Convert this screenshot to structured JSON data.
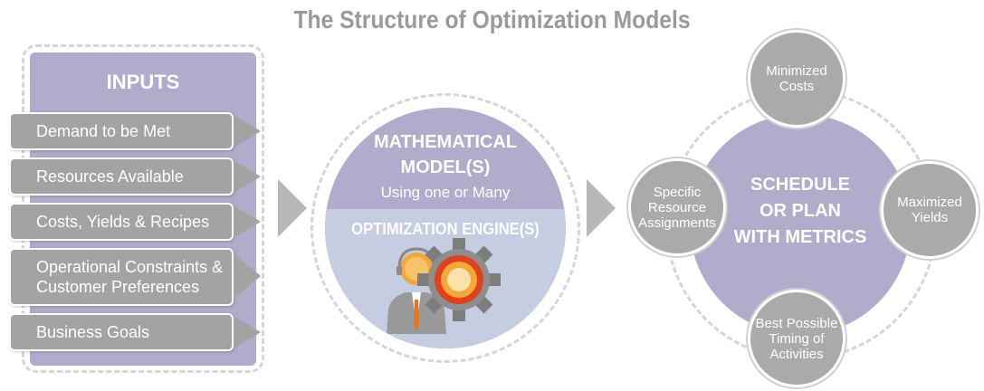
{
  "title": "The Structure of Optimization Models",
  "inputs": {
    "heading": "INPUTS",
    "items": [
      "Demand to be Met",
      "Resources Available",
      "Costs, Yields & Recipes",
      "Operational Constraints & Customer Preferences",
      "Business Goals"
    ]
  },
  "model": {
    "line1": "MATHEMATICAL",
    "line2": "MODEL(S)",
    "subtitle": "Using one or Many",
    "engine": "OPTIMIZATION ENGINE(S)"
  },
  "output": {
    "center_line1": "SCHEDULE",
    "center_line2": "OR PLAN",
    "center_line3": "WITH METRICS",
    "top": "Minimized Costs",
    "left": "Specific Resource Assignments",
    "right": "Maximized Yields",
    "bottom": "Best Possible Timing of Activities"
  },
  "colors": {
    "lavender": "#b1abcc",
    "light_blue": "#c5cde0",
    "gray": "#a3a3a3",
    "title_gray": "#9a9a9a"
  },
  "icons": [
    "person-headset-icon",
    "gear-icon"
  ]
}
